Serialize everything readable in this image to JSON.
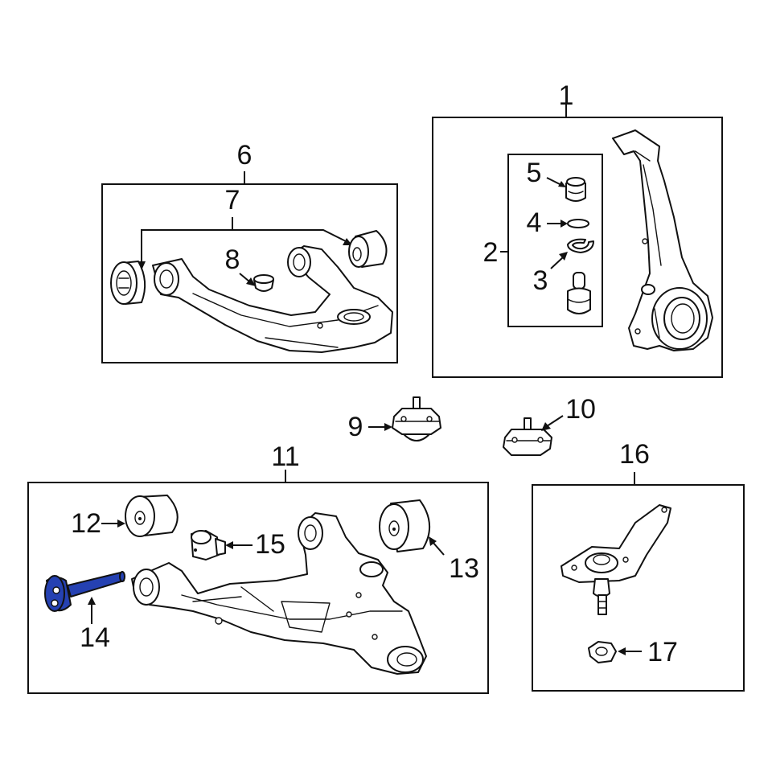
{
  "diagram": {
    "highlight_color": "#2541b2",
    "callouts": [
      {
        "id": "1",
        "label": "1"
      },
      {
        "id": "2",
        "label": "2"
      },
      {
        "id": "3",
        "label": "3"
      },
      {
        "id": "4",
        "label": "4"
      },
      {
        "id": "5",
        "label": "5"
      },
      {
        "id": "6",
        "label": "6"
      },
      {
        "id": "7",
        "label": "7"
      },
      {
        "id": "8",
        "label": "8"
      },
      {
        "id": "9",
        "label": "9"
      },
      {
        "id": "10",
        "label": "10"
      },
      {
        "id": "11",
        "label": "11"
      },
      {
        "id": "12",
        "label": "12"
      },
      {
        "id": "13",
        "label": "13"
      },
      {
        "id": "14",
        "label": "14"
      },
      {
        "id": "15",
        "label": "15"
      },
      {
        "id": "16",
        "label": "16"
      },
      {
        "id": "17",
        "label": "17"
      }
    ],
    "highlighted_part": "14"
  }
}
